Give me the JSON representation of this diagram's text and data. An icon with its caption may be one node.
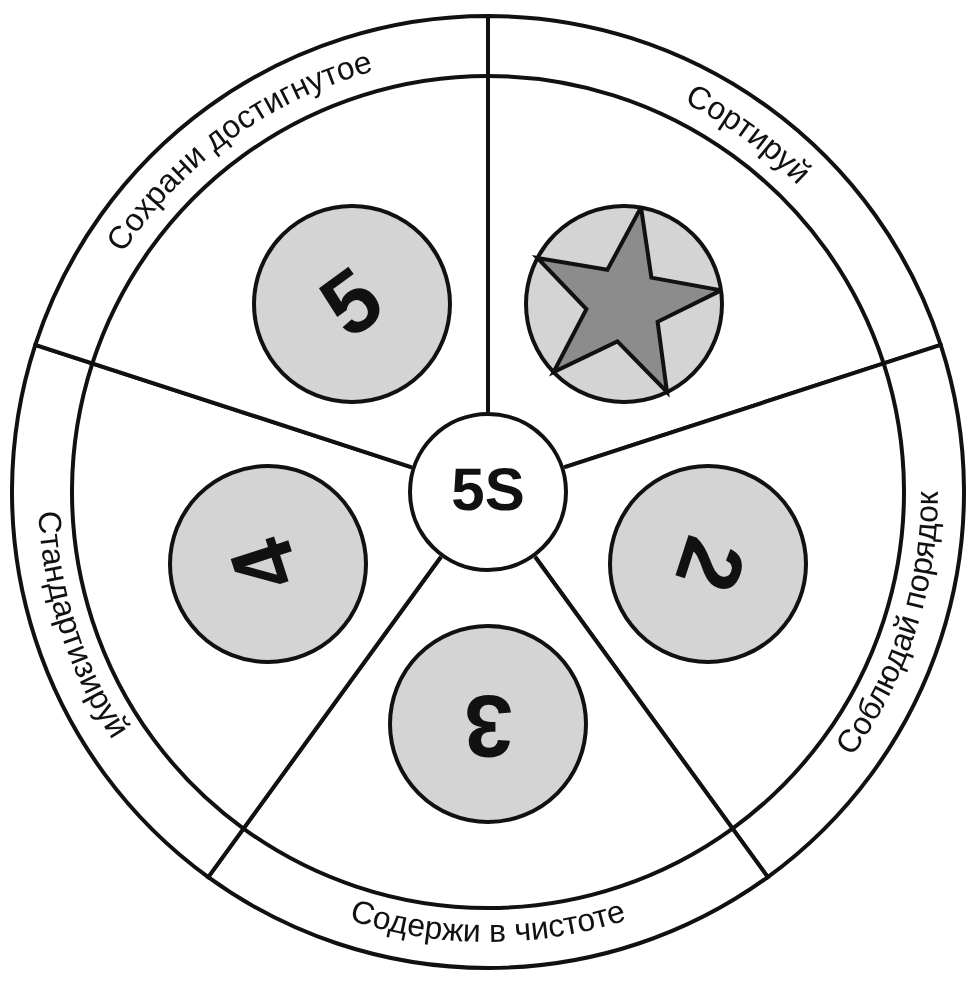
{
  "diagram": {
    "nodes": [
      {
        "text": [
          "Сортируй"
        ]
      },
      {
        "text": [],
        "shape": "circle",
        "in": 0
      },
      {
        "text": [
          "Соблюдай порядок"
        ]
      },
      {
        "text": [
          "2"
        ],
        "in": 2
      },
      {
        "text": [
          "Содержи в чистоте"
        ]
      },
      {
        "text": [
          "3"
        ],
        "in": 4
      },
      {
        "text": [
          "Стандартизируй"
        ]
      },
      {
        "text": [
          "4"
        ],
        "in": 6
      },
      {
        "text": [
          "Сохрани достигнутое"
        ]
      },
      {
        "text": [
          "5"
        ],
        "in": 8
      },
      {
        "text": [
          "5S"
        ]
      }
    ]
  }
}
